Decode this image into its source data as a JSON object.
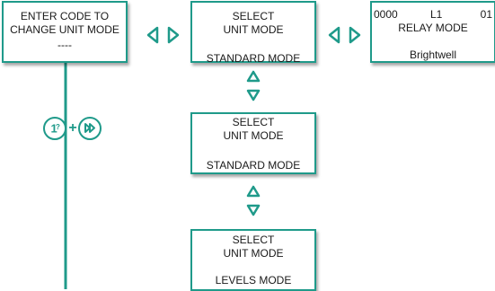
{
  "screens": {
    "code": {
      "line1": "ENTER CODE TO",
      "line2": "CHANGE UNIT MODE",
      "line3": "----"
    },
    "standard_top": {
      "line1": "SELECT",
      "line2": "UNIT MODE",
      "line3": "STANDARD MODE"
    },
    "relay": {
      "left": "0000",
      "mid": "L1",
      "right": "01",
      "title": "RELAY MODE",
      "footer": "Brightwell"
    },
    "standard_mid": {
      "line1": "SELECT",
      "line2": "UNIT MODE",
      "line3": "STANDARD MODE"
    },
    "levels": {
      "line1": "SELECT",
      "line2": "UNIT MODE",
      "line3": "LEVELS MODE"
    }
  },
  "key_combo": {
    "plus": "+",
    "key1_icon": "info-key-icon",
    "key2_icon": "fast-forward-key-icon"
  },
  "colors": {
    "accent": "#1f9a8a",
    "text": "#1a1a1a",
    "background": "#ffffff"
  },
  "icons": [
    "chevron-left-icon",
    "chevron-right-icon",
    "chevron-up-icon",
    "chevron-down-icon"
  ]
}
